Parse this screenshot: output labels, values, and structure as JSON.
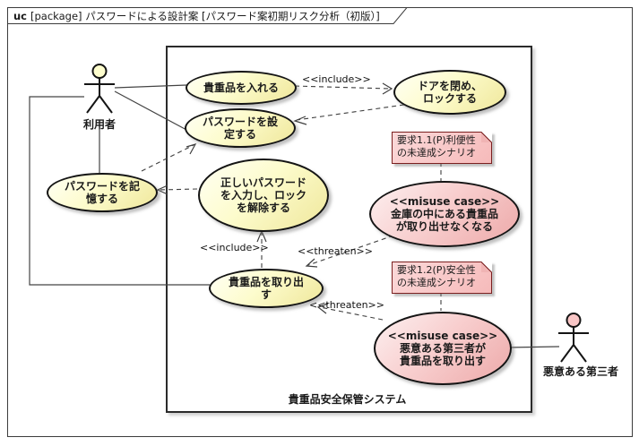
{
  "title": {
    "keyword": "uc",
    "text": "[package] パスワードによる設計案 [パスワード案初期リスク分析（初版）]"
  },
  "system": {
    "label": "貴重品安全保管システム"
  },
  "actors": {
    "user": {
      "label": "利用者"
    },
    "attacker": {
      "label": "悪意ある第三者"
    }
  },
  "usecases": {
    "store_valuables": {
      "label": "貴重品を入れる"
    },
    "close_lock_door": {
      "label": "ドアを閉め、\nロックする"
    },
    "set_password": {
      "label": "パスワードを設\n定する"
    },
    "memorize_password": {
      "label": "パスワードを記\n憶する"
    },
    "enter_password_unlock": {
      "label": "正しいパスワード\nを入力し、ロック\nを解除する"
    },
    "take_out_valuables": {
      "label": "貴重品を取り出\nす"
    }
  },
  "misuse_cases": {
    "cannot_take_out": {
      "stereotype": "<<misuse case>>",
      "label": "金庫の中にある貴重品\nが取り出せなくなる"
    },
    "third_party_theft": {
      "stereotype": "<<misuse case>>",
      "label": "悪意ある第三者が\n貴重品を取り出す"
    }
  },
  "notes": {
    "usability": {
      "text": "要求1.1(P)利便性\nの未達成シナリオ"
    },
    "safety": {
      "text": "要求1.2(P)安全性\nの未達成シナリオ"
    }
  },
  "edges": {
    "include1": {
      "label": "<<include>>"
    },
    "include2": {
      "label": "<<include>>"
    },
    "threaten1": {
      "label": "<<threaten>>"
    },
    "threaten2": {
      "label": "<<threaten>>"
    }
  },
  "colors": {
    "usecase_fill": "#fefece",
    "misuse_fill": "#f3b6b6",
    "note_fill": "#f6baba",
    "note_border": "#7b2020",
    "attacker_head": "#f9c6c6",
    "line": "#444444"
  }
}
